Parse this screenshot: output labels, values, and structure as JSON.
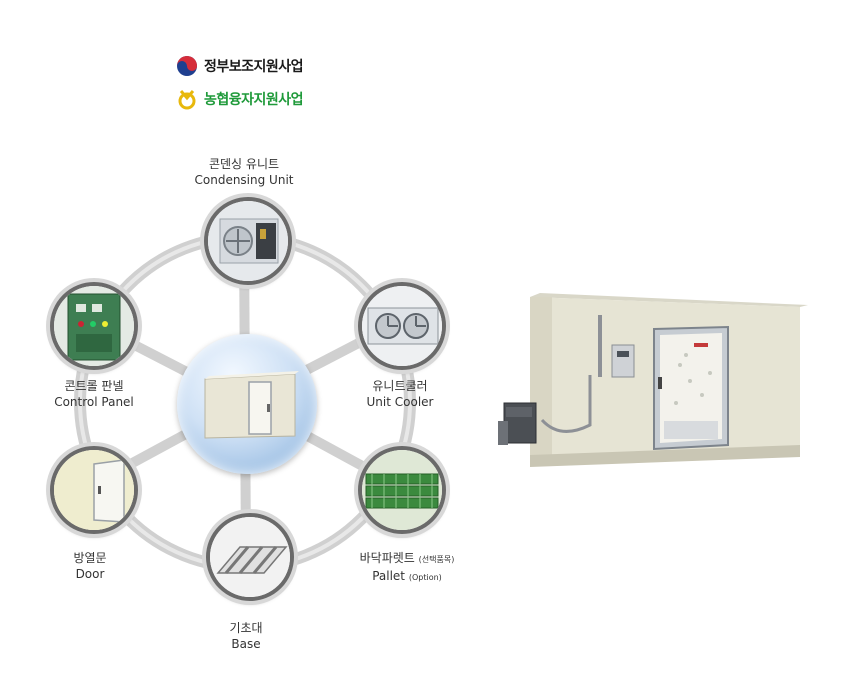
{
  "logos": {
    "government_support": "정부보조지원사업",
    "nonghyup_support": "농협융자지원사업"
  },
  "components": {
    "condensing_unit": {
      "ko": "콘덴싱 유니트",
      "en": "Condensing Unit"
    },
    "unit_cooler": {
      "ko": "유니트쿨러",
      "en": "Unit Cooler"
    },
    "control_panel": {
      "ko": "콘트롤 판넬",
      "en": "Control Panel"
    },
    "door": {
      "ko": "방열문",
      "en": "Door"
    },
    "pallet": {
      "ko": "바닥파렛트",
      "ko_note": "(선택품목)",
      "en": "Pallet",
      "en_note": "(Option)"
    },
    "base": {
      "ko": "기초대",
      "en": "Base"
    }
  },
  "colors": {
    "nonghyup_green": "#1f9a3a",
    "ring_gray": "#d4d4d4",
    "panel_cream": "#e9e6d6"
  }
}
